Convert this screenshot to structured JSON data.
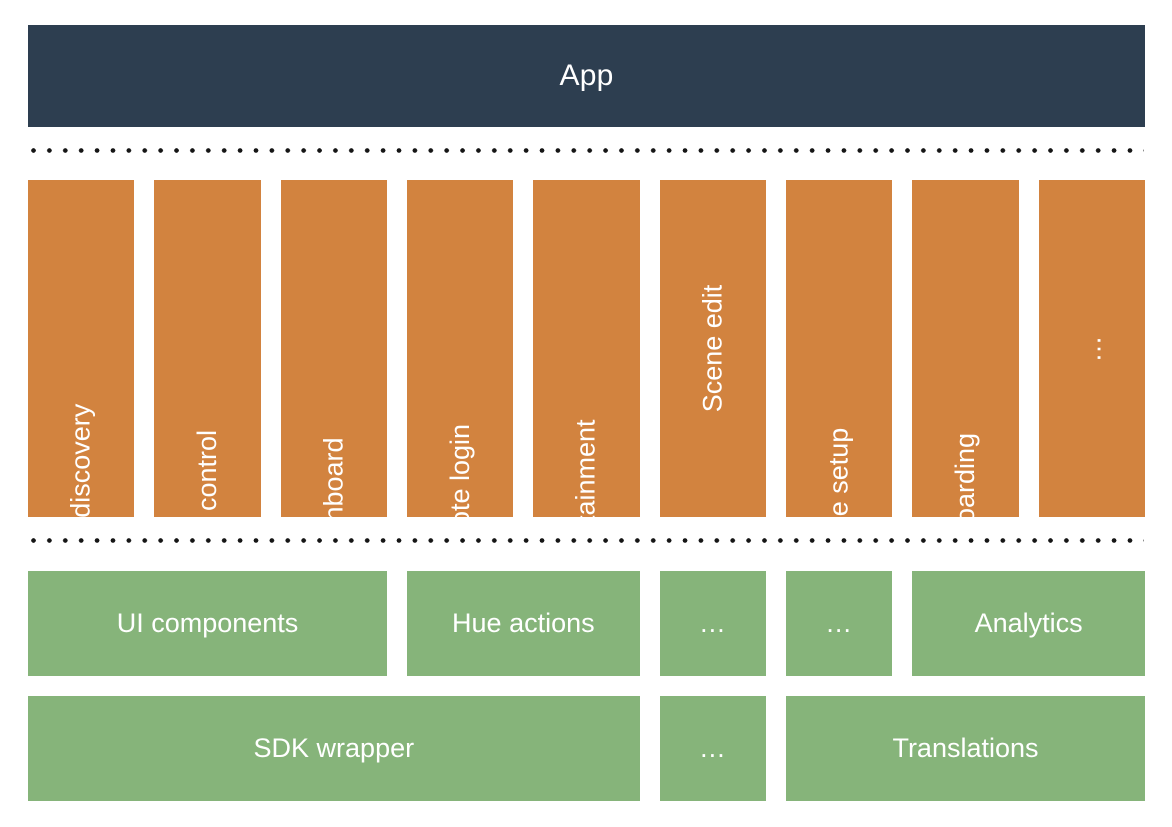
{
  "diagram": {
    "title_text": "App",
    "colors": {
      "app_layer": "#2d3e50",
      "feature_layer": "#d2833f",
      "library_layer": "#86b47a",
      "separator": "#151515",
      "background": "#ffffff",
      "label_text": "#ffffff"
    },
    "app_layer": {
      "label": "App"
    },
    "separators": [
      {
        "name": "separator-app-features",
        "style": "dotted"
      },
      {
        "name": "separator-features-libraries",
        "style": "dotted"
      }
    ],
    "feature_layer": {
      "orientation": "vertical-rotated",
      "boxes": [
        {
          "label": "Bridge discovery",
          "span": 1,
          "align": "bottom"
        },
        {
          "label": "Light control",
          "span": 1,
          "align": "bottom"
        },
        {
          "label": "Dashboard",
          "span": 1,
          "align": "bottom"
        },
        {
          "label": "Remote login",
          "span": 1,
          "align": "bottom"
        },
        {
          "label": "Entertainment",
          "span": 1,
          "align": "bottom"
        },
        {
          "label": "Scene edit",
          "span": 1,
          "align": "center"
        },
        {
          "label": "Bridge setup",
          "span": 1,
          "align": "bottom"
        },
        {
          "label": "Onboarding",
          "span": 1,
          "align": "bottom"
        },
        {
          "label": "…",
          "span": 1,
          "align": "center",
          "is_ellipsis": true
        }
      ]
    },
    "library_layer": {
      "rows": [
        {
          "name": "library-row-1",
          "boxes": [
            {
              "label": "UI components",
              "span": 3
            },
            {
              "label": "Hue actions",
              "span": 2
            },
            {
              "label": "…",
              "span": 1,
              "is_ellipsis": true
            },
            {
              "label": "…",
              "span": 1,
              "is_ellipsis": true
            },
            {
              "label": "Analytics",
              "span": 2
            }
          ]
        },
        {
          "name": "library-row-2",
          "boxes": [
            {
              "label": "SDK wrapper",
              "span": 5
            },
            {
              "label": "…",
              "span": 1,
              "is_ellipsis": true
            },
            {
              "label": "Translations",
              "span": 3
            }
          ]
        }
      ]
    }
  }
}
